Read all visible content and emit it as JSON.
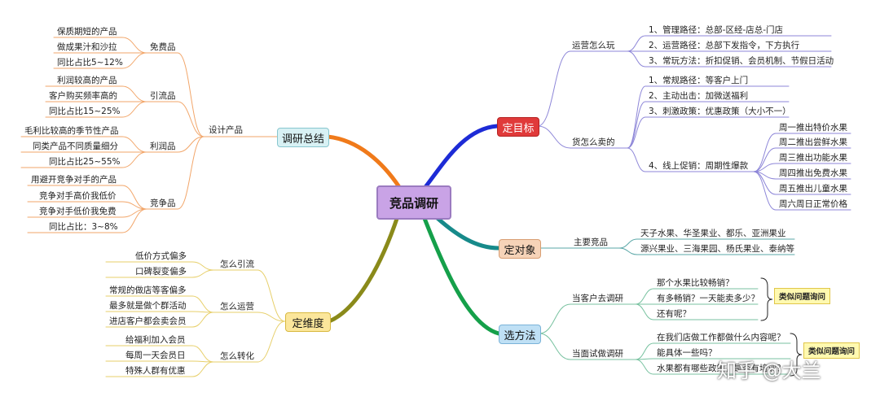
{
  "center": "竞品调研",
  "branches": {
    "research_summary": "调研总结",
    "set_goal": "定目标",
    "set_target": "定对象",
    "set_dimension": "定维度",
    "choose_method": "选方法"
  },
  "design_product": "设计产品",
  "products": {
    "free": {
      "label": "免费品",
      "items": [
        "保质期短的产品",
        "做成果汁和沙拉",
        "同比占比5~12%"
      ]
    },
    "traffic": {
      "label": "引流品",
      "items": [
        "利润较高的产品",
        "客户购买频率高的",
        "同比占比15~25%"
      ]
    },
    "profit": {
      "label": "利润品",
      "items": [
        "毛利比较高的季节性产品",
        "同类产品不同质量细分",
        "同比占比25~55%"
      ]
    },
    "compete": {
      "label": "竞争品",
      "items": [
        "用避开竞争对手的产品",
        "竞争对手高价我低价",
        "竞争对手低价我免费",
        "同比占比：3~8%"
      ]
    }
  },
  "operation": {
    "label": "运营怎么玩",
    "items": [
      "1、管理路径：总部-区经-店总-门店",
      "2、运营路径：总部下发指令，下方执行",
      "3、常玩方法：折扣促销、会员机制、节假日活动"
    ]
  },
  "selling": {
    "label": "货怎么卖的",
    "items": [
      "1、常规路径：等客户上门",
      "2、主动出击：加微送福利",
      "3、刺激政策：优惠政策（大小不一）",
      "4、线上促销：周期性爆款"
    ],
    "weekly": [
      "周一推出特价水果",
      "周二推出尝鲜水果",
      "周三推出功能水果",
      "周四推出免费水果",
      "周五推出儿童水果",
      "周六周日正常价格"
    ]
  },
  "competitors": {
    "label": "主要竞品",
    "items": [
      "天子水果、华圣果业、都乐、亚洲果业",
      "源兴果业、三海果园、杨氏果业、泰纳等"
    ]
  },
  "dimension": {
    "attract": {
      "label": "怎么引流",
      "items": [
        "低价方式偏多",
        "口碑裂变偏多"
      ]
    },
    "operate": {
      "label": "怎么运营",
      "items": [
        "常规的做店等客偏多",
        "最多就是做个群活动",
        "进店客户都会卖会员"
      ]
    },
    "convert": {
      "label": "怎么转化",
      "items": [
        "给福利加入会员",
        "每周一天会员日",
        "特殊人群有优惠"
      ]
    }
  },
  "method": {
    "customer": {
      "label": "当客户去调研",
      "items": [
        "那个水果比较畅销？",
        "有多畅销？一天能卖多少？",
        "还有呢？"
      ],
      "note": "类似问题询问"
    },
    "interview": {
      "label": "当面试做调研",
      "items": [
        "在我们店做工作都做什么内容呢？",
        "能具体一些吗？",
        "水果都有哪些政策，是否有培训？"
      ],
      "note": "类似问题询问"
    }
  },
  "watermark": "知乎 @大兰",
  "colors": {
    "center_fill": "#c9a3e6",
    "summary_fill": "#d8f1f4",
    "goal_fill": "#e03a3a",
    "target_fill": "#f6d3b8",
    "dimension_fill": "#fbe69b",
    "method_fill": "#bfe0f5",
    "edge_orange": "#f07a1a",
    "edge_blue": "#1d2bd6",
    "edge_teal": "#178a8a",
    "edge_olive": "#8a8a1a",
    "edge_green": "#15a04a"
  }
}
